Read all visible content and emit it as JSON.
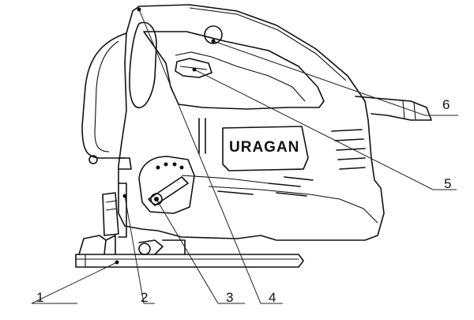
{
  "diagram": {
    "brand_text": "URAGAN",
    "callouts": [
      {
        "id": "1",
        "label": "1"
      },
      {
        "id": "2",
        "label": "2"
      },
      {
        "id": "3",
        "label": "3"
      },
      {
        "id": "4",
        "label": "4"
      },
      {
        "id": "5",
        "label": "5"
      },
      {
        "id": "6",
        "label": "6"
      }
    ]
  }
}
